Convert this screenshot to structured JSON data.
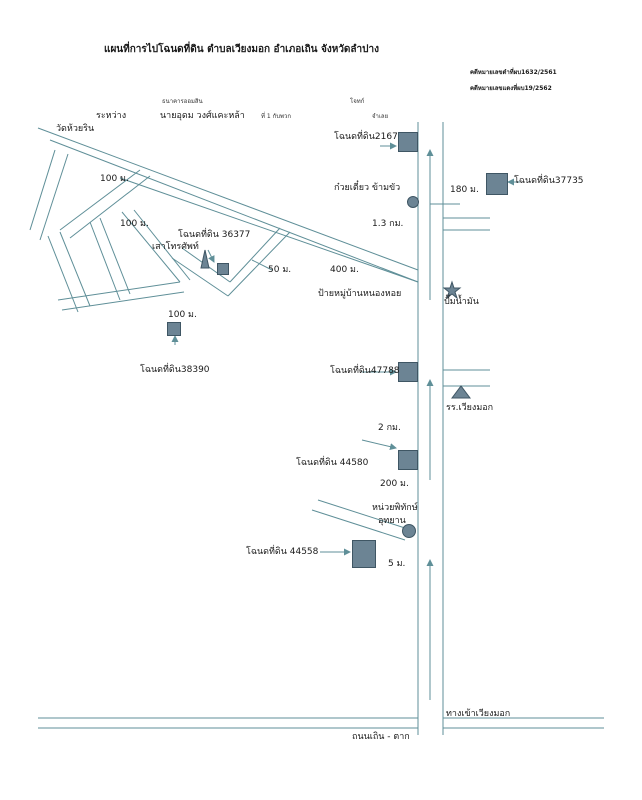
{
  "header": {
    "title": "แผนที่การไปโฉนดที่ดิน ตำบลเวียงมอก  อำเภอเถิน จังหวัดลำปาง",
    "ref1": "คดีหมายเลขดำที่ผบ1632/2561",
    "ref2": "คดีหมายเลขแดงที่ผบ19/2562"
  },
  "parties": {
    "between": "ระหว่าง",
    "plaintiff_top": "ธนาคารออมสิน",
    "defendant": "นายอุดม  วงศ์แคะหล้า",
    "defendant_role": "ที่ 1 กับพวก",
    "plaintiff_role": "โจทก์",
    "defendant_side": "จำเลย"
  },
  "places": {
    "temple": "วัดห้วยริน",
    "noodle_shop": "ก๋วยเตี๋ยว ข้ามขัว",
    "telephone_pole": "เสาโทรศัพท์",
    "village_sign": "ป้ายหมู่บ้านหนองหอย",
    "gas_station": "ปั๊มน้ำมัน",
    "school": "รร.เวียงมอก",
    "park_unit": "หน่วยพิทักษ์",
    "park_unit_2": "อุทยาน",
    "main_road": "ถนนเถิน - ตาก",
    "entrance": "ทางเข้าเวียงมอก"
  },
  "plots": {
    "p2167": "โฉนดที่ดิน2167",
    "p37735": "โฉนดที่ดิน37735",
    "p36377": "โฉนดที่ดิน 36377",
    "p38390": "โฉนดที่ดิน38390",
    "p47788": "โฉนดที่ดิน47788",
    "p44580": "โฉนดที่ดิน  44580",
    "p44558": "โฉนดที่ดิน 44558"
  },
  "distances": {
    "d1": "100 ม.",
    "d2": "100 ม.",
    "d3": "100 ม.",
    "d4": "180 ม.",
    "d5": "1.3  กม.",
    "d6": "50 ม.",
    "d7": "400 ม.",
    "d8": "2  กม.",
    "d9": "200 ม.",
    "d10": "5 ม."
  },
  "colors": {
    "marker_fill": "#6c8494",
    "marker_border": "#3f5664",
    "line": "#5f8f98",
    "ink": "#1a1a1a"
  }
}
